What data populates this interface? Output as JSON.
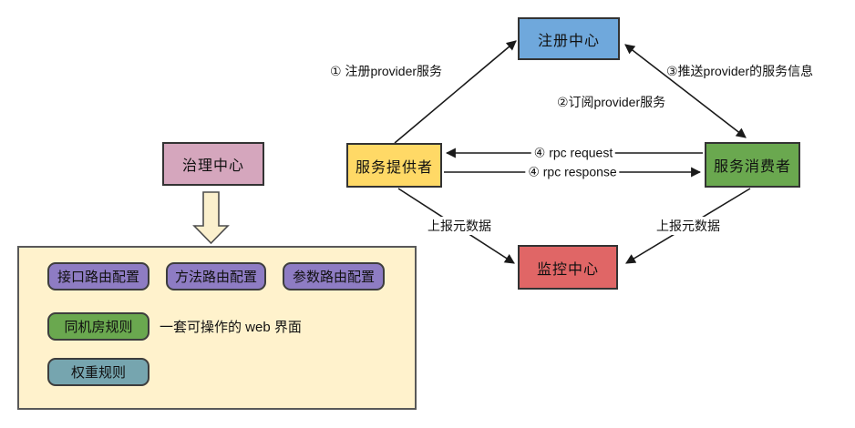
{
  "diagram": {
    "title_hint": "service-governance-architecture",
    "nodes": {
      "registry": {
        "label": "注册中心",
        "color": "#6FA8DC"
      },
      "provider": {
        "label": "服务提供者",
        "color": "#FFD966"
      },
      "consumer": {
        "label": "服务消费者",
        "color": "#6AA84F"
      },
      "monitor": {
        "label": "监控中心",
        "color": "#E06666"
      },
      "governance": {
        "label": "治理中心",
        "color": "#D5A6BD"
      }
    },
    "edges": {
      "register": {
        "label": "① 注册provider服务",
        "from": "provider",
        "to": "registry"
      },
      "subscribe": {
        "label": "②订阅provider服务",
        "from": "consumer",
        "to": "registry"
      },
      "push": {
        "label": "③推送provider的服务信息",
        "from": "registry",
        "to": "consumer"
      },
      "rpc_request": {
        "label": "④ rpc request",
        "from": "consumer",
        "to": "provider"
      },
      "rpc_response": {
        "label": "④ rpc response",
        "from": "provider",
        "to": "consumer"
      },
      "report_left": {
        "label": "上报元数据",
        "from": "provider",
        "to": "monitor"
      },
      "report_right": {
        "label": "上报元数据",
        "from": "consumer",
        "to": "monitor"
      },
      "govern_arrow": {
        "label": "",
        "from": "governance",
        "to": "panel"
      }
    },
    "panel": {
      "items": [
        {
          "label": "接口路由配置",
          "color": "#8E7CC3"
        },
        {
          "label": "方法路由配置",
          "color": "#8E7CC3"
        },
        {
          "label": "参数路由配置",
          "color": "#8E7CC3"
        },
        {
          "label": "同机房规则",
          "color": "#6AA84F"
        },
        {
          "label": "权重规则",
          "color": "#76A5AF"
        }
      ],
      "note": "一套可操作的 web 界面",
      "background": "#FFF2CC"
    },
    "colors": {
      "line": "#1a1a1a",
      "border": "#333333",
      "block_arrow_fill": "#FBF0CD"
    }
  }
}
